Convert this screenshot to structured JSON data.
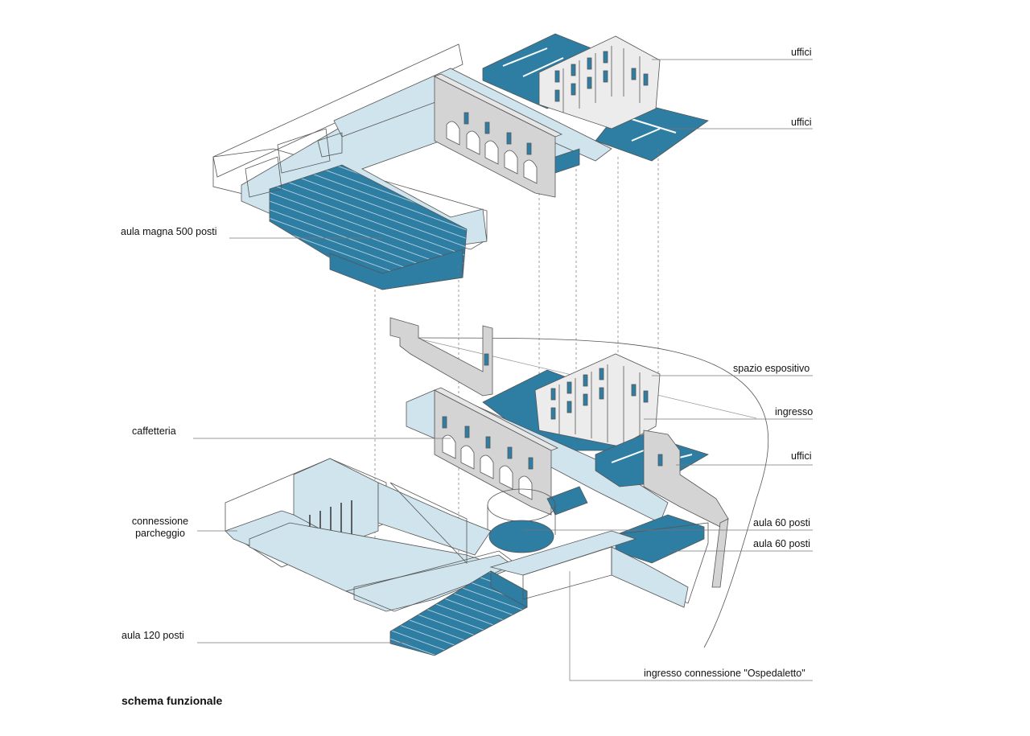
{
  "labels": {
    "uffici_top": "uffici",
    "uffici_mid": "uffici",
    "aula_magna": "aula magna 500 posti",
    "spazio_espositivo": "spazio espositivo",
    "ingresso": "ingresso",
    "caffetteria": "caffetteria",
    "uffici_lower": "uffici",
    "connessione_line1": "connessione",
    "connessione_line2": "parcheggio",
    "aula60_a": "aula 60 posti",
    "aula60_b": "aula 60 posti",
    "aula120": "aula 120 posti",
    "ingresso_ospedaletto": "ingresso connessione \"Ospedaletto\""
  },
  "caption": "schema funzionale",
  "colors": {
    "blue": "#2e7da3",
    "lightblue": "#cfe4ec",
    "grey": "#d4d4d4",
    "line": "#555555"
  }
}
